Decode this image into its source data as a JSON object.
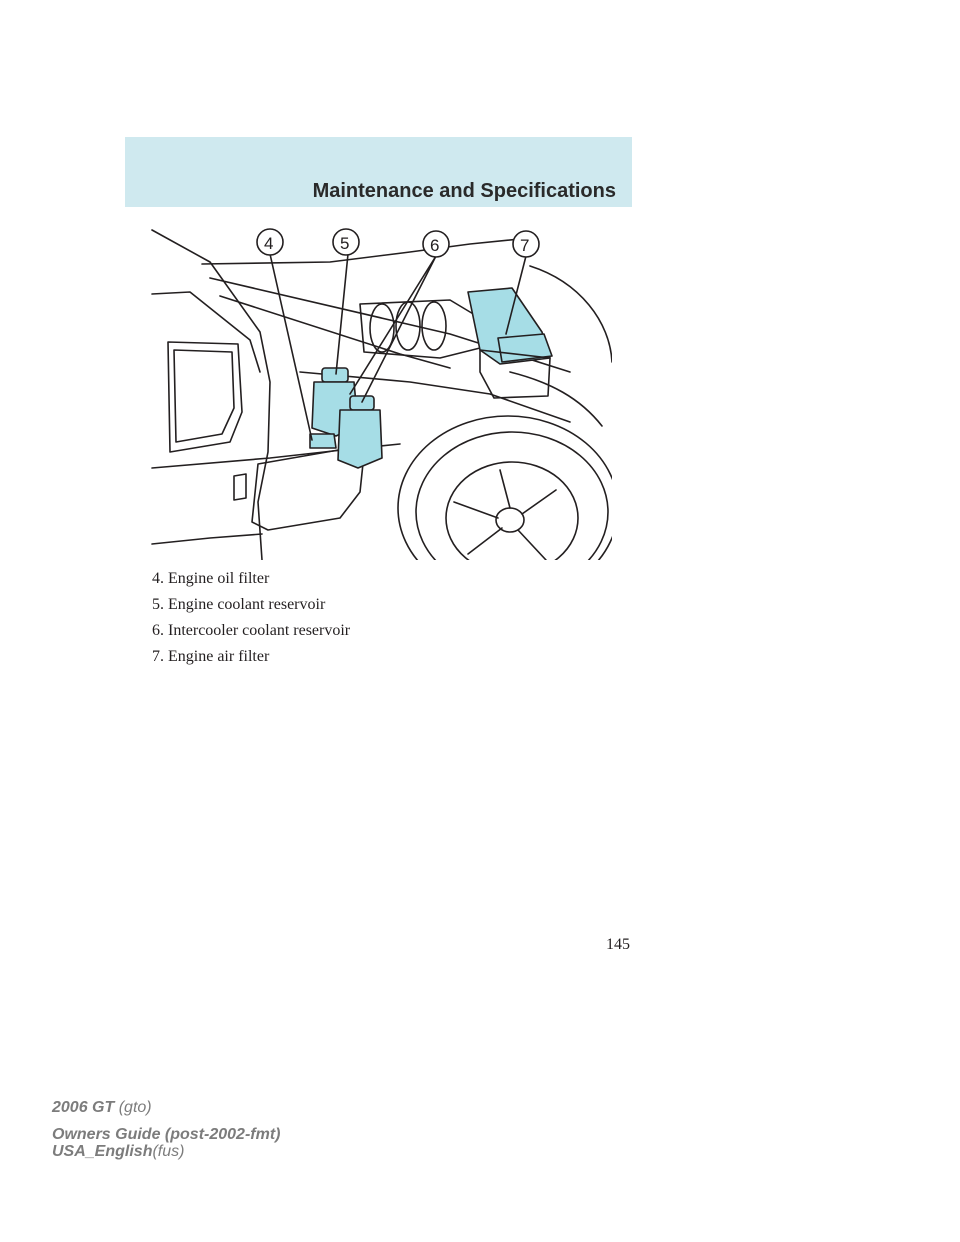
{
  "header": {
    "title": "Maintenance and Specifications"
  },
  "figure": {
    "callouts": [
      "4",
      "5",
      "6",
      "7"
    ],
    "accent_color": "#a6dde6",
    "line_color": "#231f20"
  },
  "legend": [
    "4. Engine oil filter",
    "5. Engine coolant reservoir",
    "6. Intercooler coolant reservoir",
    "7. Engine air filter"
  ],
  "page_number": "145",
  "footer": {
    "model": "2006 GT",
    "model_code": "(gto)",
    "guide": "Owners Guide (post-2002-fmt)",
    "language": "USA_English",
    "language_code": "(fus)"
  }
}
